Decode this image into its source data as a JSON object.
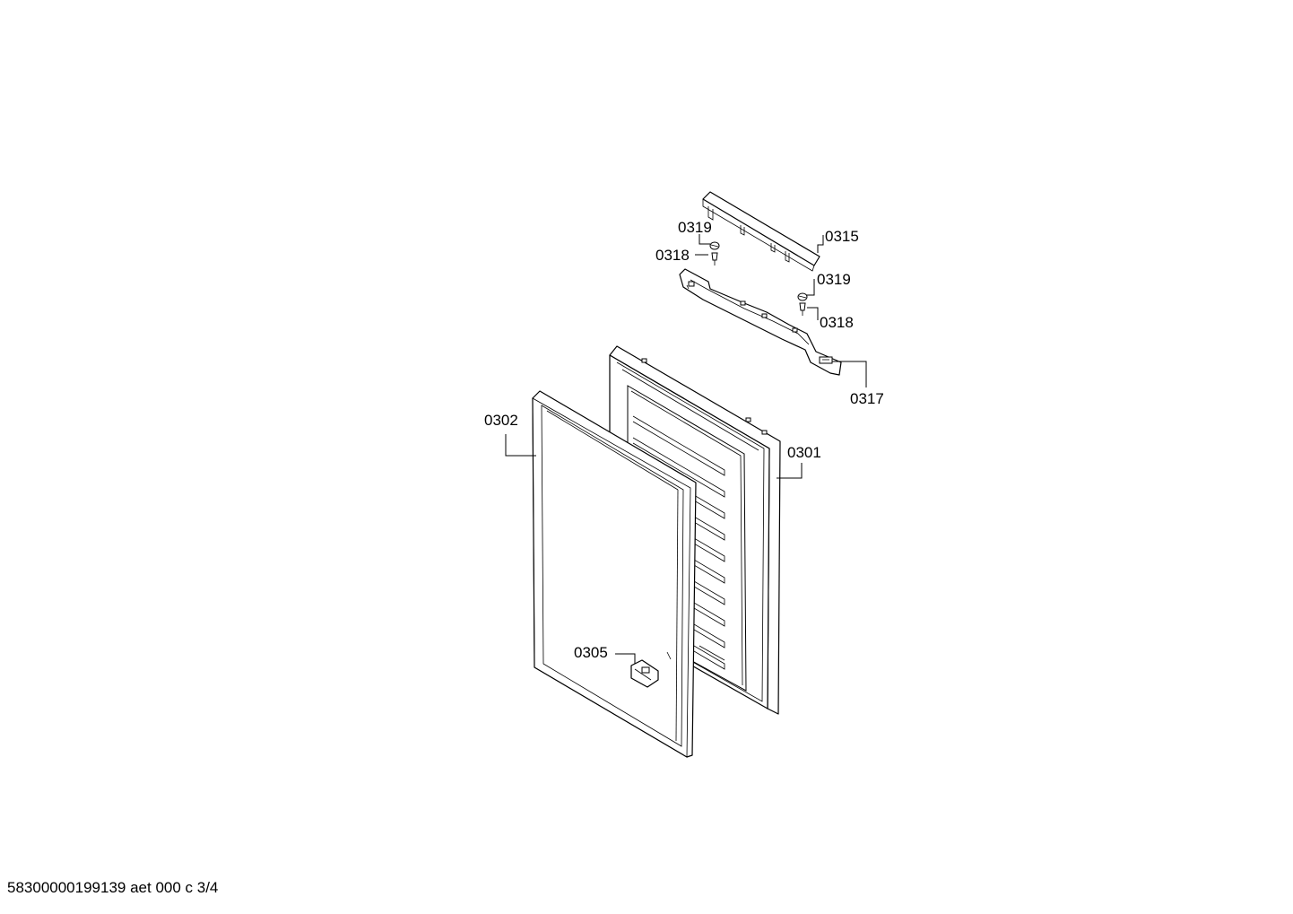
{
  "diagram": {
    "labels": {
      "p0319_top": "0319",
      "p0318_top": "0318",
      "p0315": "0315",
      "p0319_right": "0319",
      "p0318_right": "0318",
      "p0317": "0317",
      "p0302": "0302",
      "p0301": "0301",
      "p0305": "0305"
    }
  },
  "footer": {
    "code": "58300000199139 aet 000 c 3/4"
  },
  "colors": {
    "line": "#000000",
    "background": "#ffffff"
  }
}
